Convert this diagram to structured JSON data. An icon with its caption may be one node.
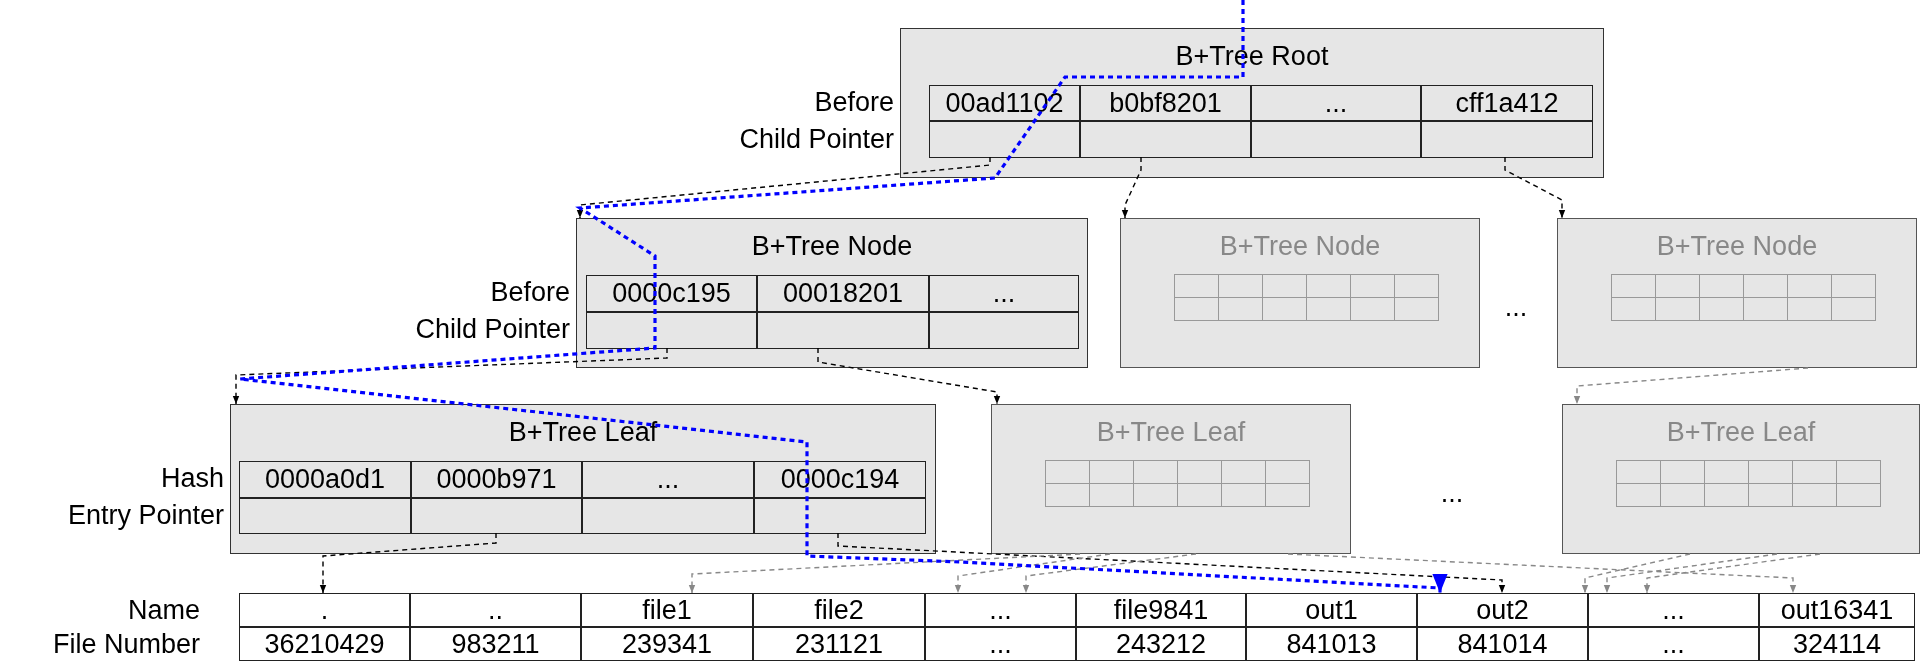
{
  "diagram": {
    "nodes": [
      {
        "text": [
          "B+Tree Root"
        ],
        "beside": [
          "Before",
          "Child Pointer"
        ]
      },
      {
        "text": [
          "00ad1102"
        ],
        "in": 0
      },
      {
        "text": [
          "b0bf8201"
        ],
        "in": 0
      },
      {
        "text": [
          "..."
        ],
        "in": 0
      },
      {
        "text": [
          "cff1a412"
        ],
        "in": 0
      },
      {
        "text": [],
        "shape": "box",
        "in": 0
      },
      {
        "text": [],
        "shape": "box",
        "in": 0
      },
      {
        "text": [],
        "shape": "box",
        "in": 0
      },
      {
        "text": [],
        "shape": "box",
        "in": 0
      },
      {
        "text": [
          "B+Tree Node"
        ],
        "beside": [
          "Before",
          "Child Pointer"
        ]
      },
      {
        "text": [
          "0000c195"
        ],
        "in": 9
      },
      {
        "text": [
          "00018201"
        ],
        "in": 9
      },
      {
        "text": [
          "..."
        ],
        "in": 9
      },
      {
        "text": [],
        "shape": "box",
        "in": 9
      },
      {
        "text": [],
        "shape": "box",
        "in": 9
      },
      {
        "text": [],
        "shape": "box",
        "in": 9
      },
      {
        "text": [
          "B+Tree Node"
        ]
      },
      {
        "text": [
          "B+Tree Node"
        ]
      },
      {
        "text": [
          "B+Tree Leaf"
        ],
        "beside": [
          "Hash",
          "Entry Pointer"
        ]
      },
      {
        "text": [
          "0000a0d1"
        ],
        "in": 18
      },
      {
        "text": [
          "0000b971"
        ],
        "in": 18
      },
      {
        "text": [
          "..."
        ],
        "in": 18
      },
      {
        "text": [
          "0000c194"
        ],
        "in": 18
      },
      {
        "text": [],
        "shape": "box",
        "in": 18
      },
      {
        "text": [],
        "shape": "box",
        "in": 18
      },
      {
        "text": [],
        "shape": "box",
        "in": 18
      },
      {
        "text": [],
        "shape": "box",
        "in": 18
      },
      {
        "text": [
          "B+Tree Leaf"
        ]
      },
      {
        "text": [
          "B+Tree Leaf"
        ]
      },
      {
        "text": [
          "."
        ]
      },
      {
        "text": [
          ".."
        ]
      },
      {
        "text": [
          "file1"
        ]
      },
      {
        "text": [
          "file2"
        ]
      },
      {
        "text": [
          "..."
        ]
      },
      {
        "text": [
          "file9841"
        ]
      },
      {
        "text": [
          "out1"
        ]
      },
      {
        "text": [
          "out2"
        ]
      },
      {
        "text": [
          "..."
        ]
      },
      {
        "text": [
          "out16341"
        ]
      },
      {
        "text": [
          "36210429"
        ]
      },
      {
        "text": [
          "983211"
        ]
      },
      {
        "text": [
          "239341"
        ]
      },
      {
        "text": [
          "231121"
        ]
      },
      {
        "text": [
          "..."
        ]
      },
      {
        "text": [
          "243212"
        ]
      },
      {
        "text": [
          "841013"
        ]
      },
      {
        "text": [
          "841014"
        ]
      },
      {
        "text": [
          "..."
        ]
      },
      {
        "text": [
          "324114"
        ]
      }
    ],
    "edges": [
      {
        "from": 5,
        "to": 9,
        "arrow": "to",
        "style": "dashed",
        "color": "#000000"
      },
      {
        "from": 6,
        "to": 16,
        "arrow": "to",
        "style": "dashed",
        "color": "#000000"
      },
      {
        "from": 8,
        "to": 17,
        "arrow": "to",
        "style": "dashed",
        "color": "#000000"
      },
      {
        "from": 13,
        "to": 18,
        "arrow": "to",
        "style": "dashed",
        "color": "#000000"
      },
      {
        "from": 14,
        "to": 27,
        "arrow": "to",
        "style": "dashed",
        "color": "#000000"
      },
      {
        "from": 17,
        "to": 28,
        "arrow": "to",
        "style": "dashed"
      },
      {
        "from": 24,
        "to": 29,
        "arrow": "to",
        "style": "dashed",
        "color": "#000000"
      },
      {
        "from": 26,
        "to": 36,
        "arrow": "to",
        "style": "dashed",
        "color": "#000000"
      },
      {
        "from": 27,
        "to": 31,
        "arrow": "to",
        "style": "dashed"
      },
      {
        "from": 27,
        "to": 33,
        "arrow": "to",
        "style": "dashed"
      },
      {
        "from": 27,
        "to": 33,
        "arrow": "to",
        "style": "dashed"
      },
      {
        "from": 27,
        "to": 38,
        "arrow": "to",
        "style": "dashed"
      },
      {
        "from": 28,
        "to": 37,
        "arrow": "to",
        "style": "dashed"
      },
      {
        "from": 28,
        "to": 37,
        "arrow": "to",
        "style": "dashed"
      },
      {
        "from": 28,
        "to": 37,
        "arrow": "to",
        "style": "dashed"
      },
      {
        "from": null,
        "to": 36,
        "arrow": "to",
        "style": "dashed",
        "color": "#0000ff"
      }
    ],
    "labels": [
      "...",
      "...",
      "Name",
      "File Number"
    ]
  }
}
